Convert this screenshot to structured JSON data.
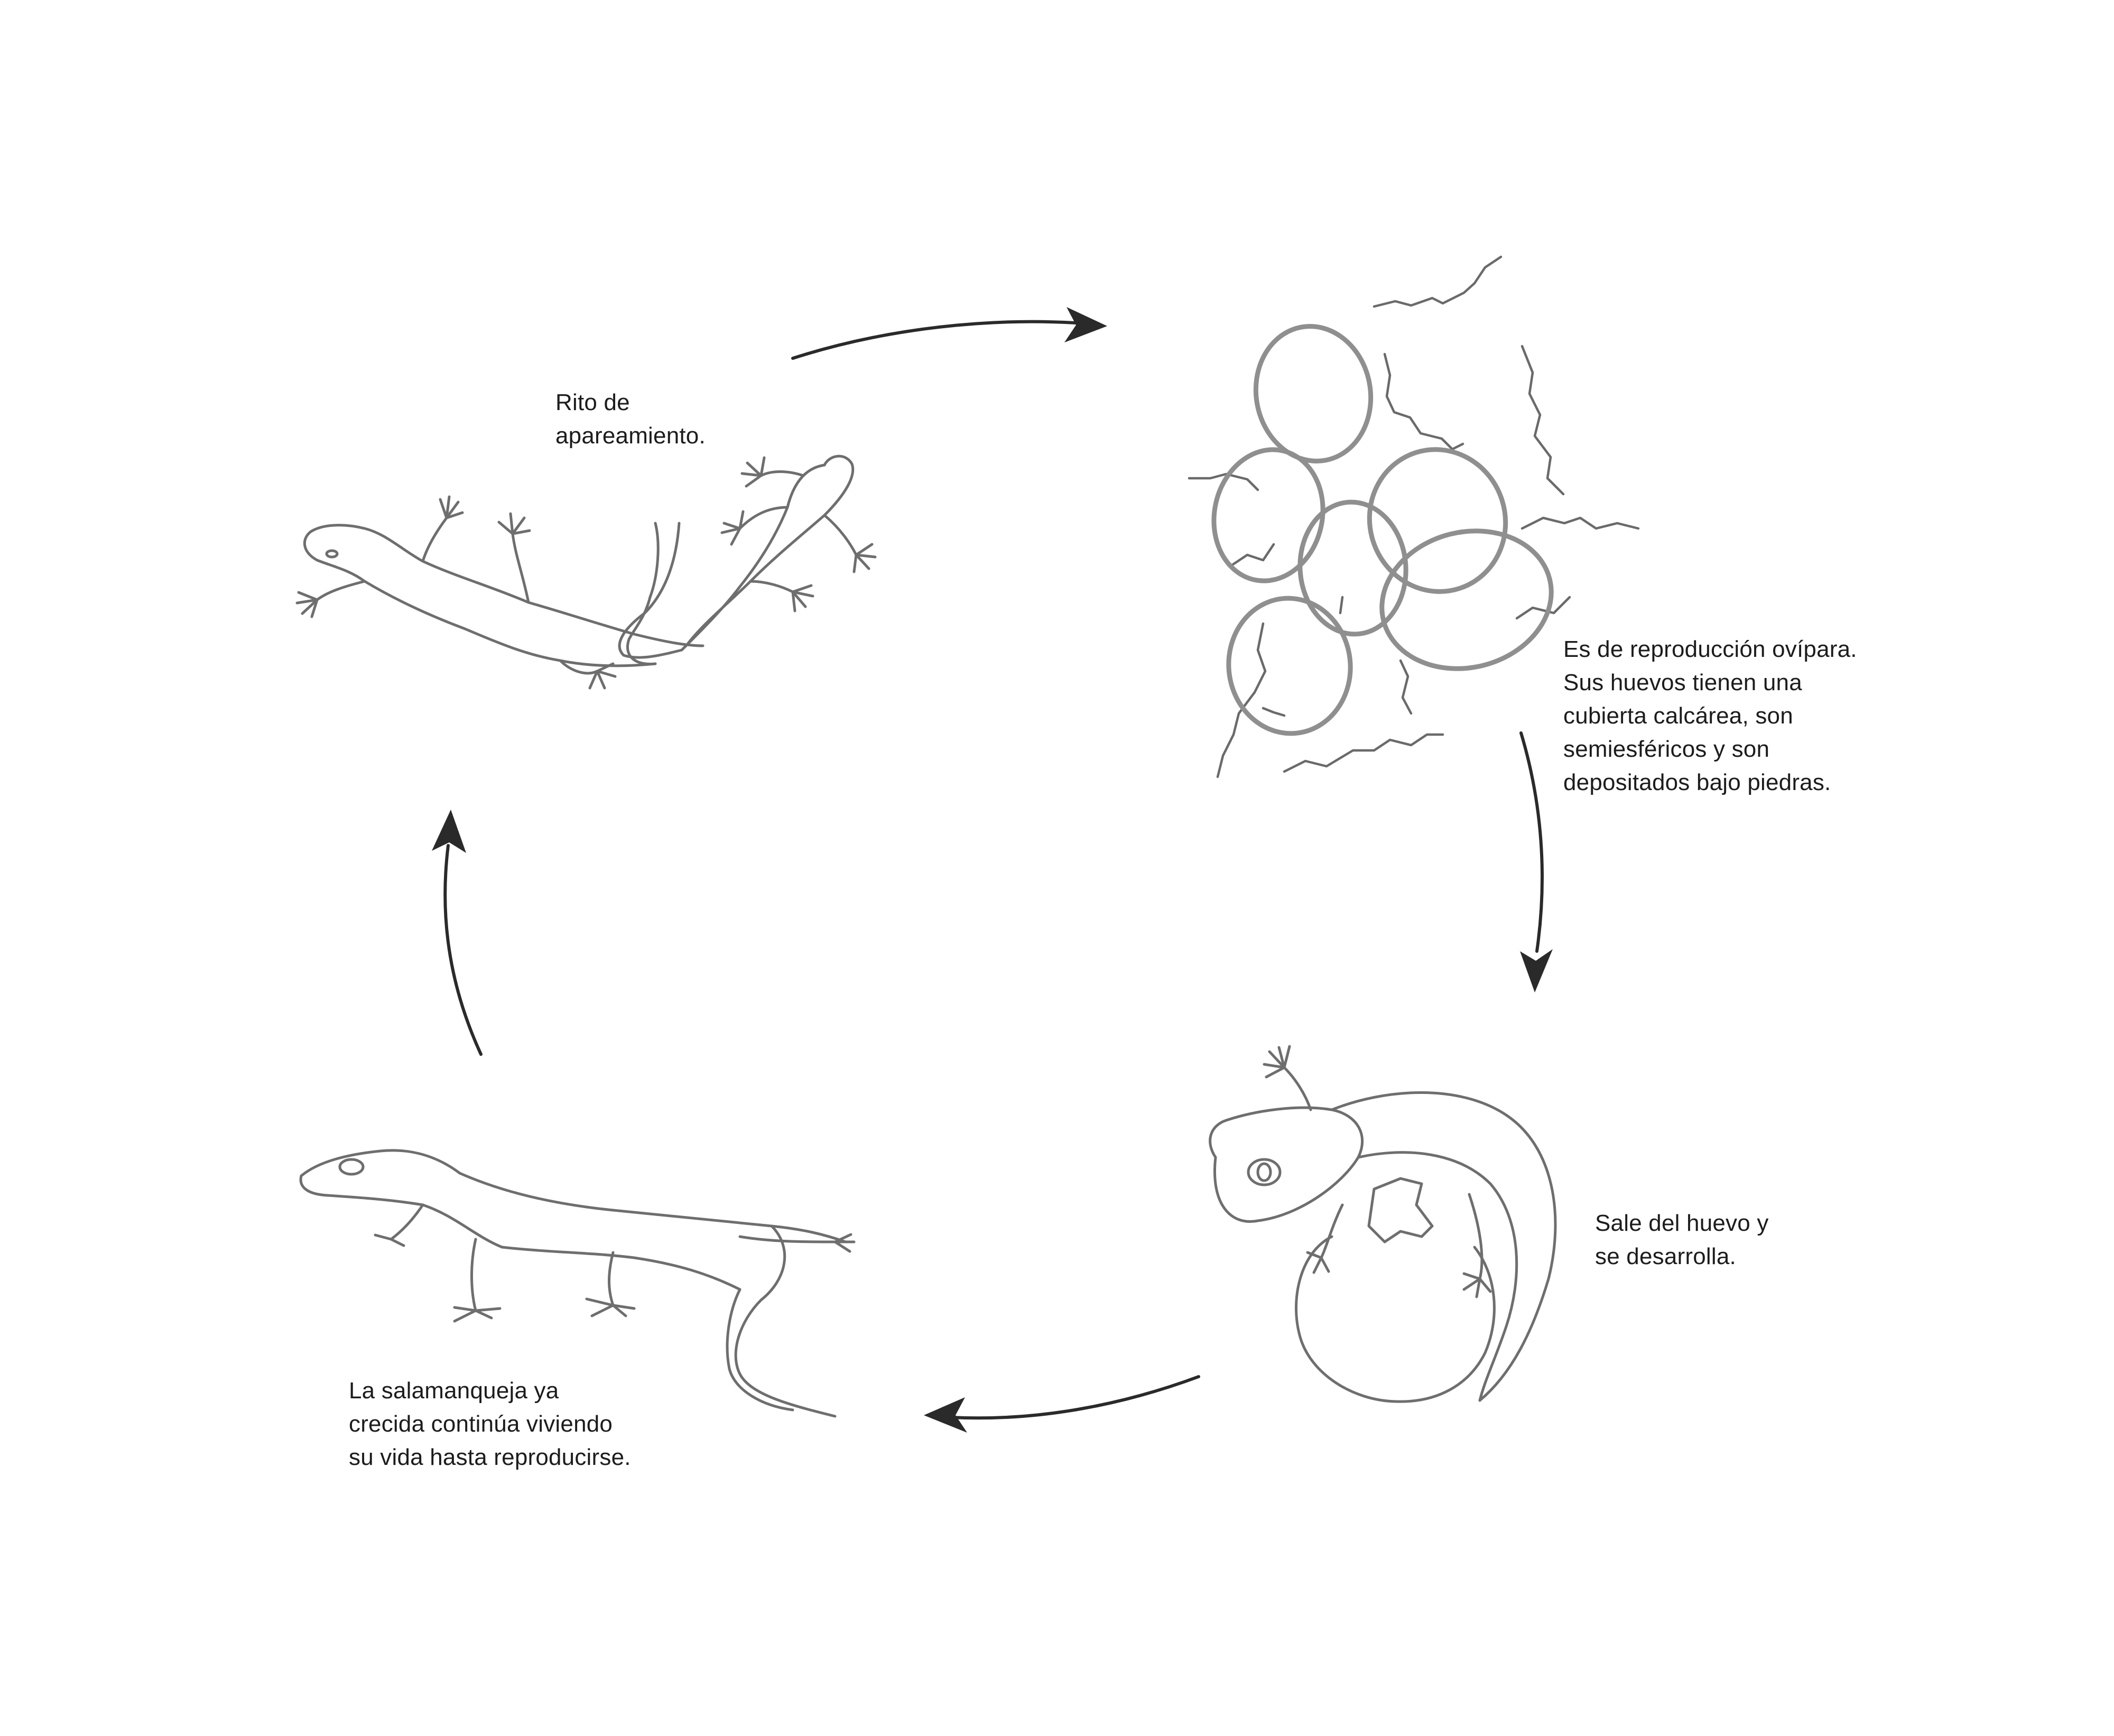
{
  "diagram": {
    "stages": [
      {
        "id": "mating",
        "caption_lines": [
          "Rito de",
          "apareamiento."
        ]
      },
      {
        "id": "eggs",
        "caption_lines": [
          "Es de reproducción ovípara.",
          "Sus huevos tienen una",
          "cubierta calcárea, son",
          "semiesféricos y son",
          "depositados bajo piedras."
        ]
      },
      {
        "id": "hatching",
        "caption_lines": [
          "Sale del huevo y",
          "se desarrolla."
        ]
      },
      {
        "id": "adult",
        "caption_lines": [
          "La salamanqueja ya",
          "crecida continúa viviendo",
          "su vida hasta reproducirse."
        ]
      }
    ],
    "cycle_arrows": [
      {
        "from": "mating",
        "to": "eggs"
      },
      {
        "from": "eggs",
        "to": "hatching"
      },
      {
        "from": "hatching",
        "to": "adult"
      },
      {
        "from": "adult",
        "to": "mating"
      }
    ],
    "colors": {
      "arrow": "#2a2a2a",
      "sketch": "#6e6e6e",
      "egg_outline": "#8f8f8f",
      "text": "#1c1c1c",
      "background": "#ffffff"
    },
    "icons": [
      "gecko-pair-sketch",
      "egg-cluster-sketch",
      "hatching-gecko-sketch",
      "adult-gecko-sketch",
      "cycle-arrow"
    ]
  }
}
